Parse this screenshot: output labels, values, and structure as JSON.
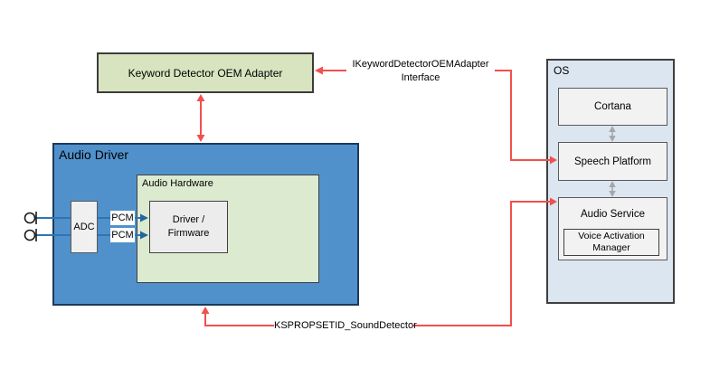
{
  "diagram": {
    "keyword_detector_adapter": {
      "label": "Keyword Detector OEM Adapter"
    },
    "audio_driver": {
      "label": "Audio Driver",
      "adc_label": "ADC",
      "pcm_labels": [
        "PCM",
        "PCM"
      ],
      "audio_hardware": {
        "label": "Audio Hardware",
        "driver_firmware_line1": "Driver /",
        "driver_firmware_line2": "Firmware"
      }
    },
    "os": {
      "label": "OS",
      "cortana_label": "Cortana",
      "speech_platform_label": "Speech Platform",
      "audio_service_label": "Audio Service",
      "voice_activation_manager_label": "Voice Activation Manager"
    },
    "connector_labels": {
      "interface_line1": "IKeywordDetectorOEMAdapter",
      "interface_line2": "Interface",
      "ksproperty": "KSPROPSETID_SoundDetector"
    },
    "colors": {
      "connector_red": "#F0504E",
      "connector_gray": "#A6A6A6",
      "pcm_line_blue": "#2E75B6",
      "audio_driver_fill": "#5191CB",
      "adapter_fill": "#D8E4C0",
      "audio_hardware_fill": "#DCEAD0",
      "os_fill": "#DCE6F1",
      "inner_box_fill": "#F2F2F2"
    }
  }
}
